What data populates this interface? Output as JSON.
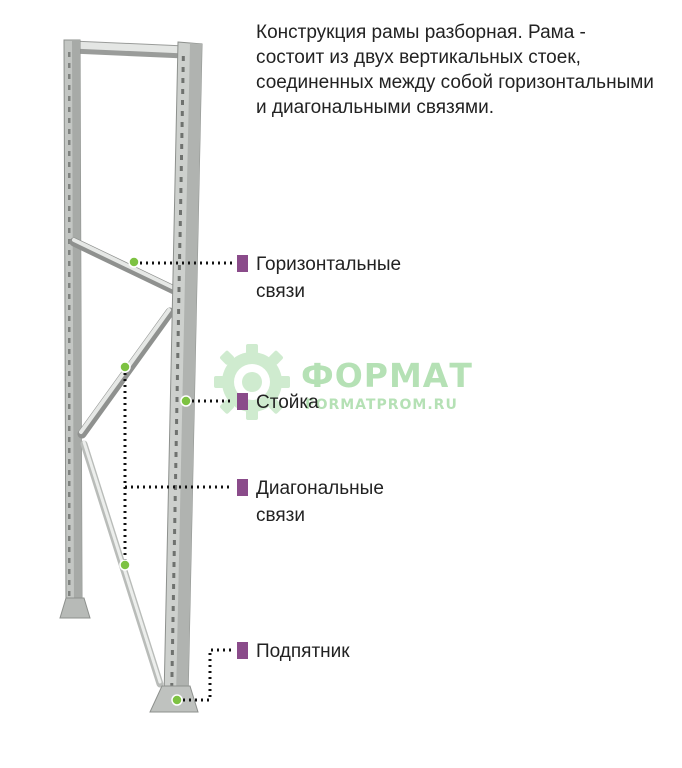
{
  "description": "Конструкция рамы разборная. Рама - состоит из двух вертикальных стоек, соединенных между собой горизонтальными и диагональными связями.",
  "callouts": [
    {
      "label": "Горизонтальные\nсвязи"
    },
    {
      "label": "Стойка"
    },
    {
      "label": "Диагональные\nсвязи"
    },
    {
      "label": "Подпятник"
    }
  ],
  "watermark": {
    "name": "ФОРМАТ",
    "url": "FORMATPROM.RU",
    "color": "#78c878"
  },
  "colors": {
    "marker": "#8a4b8a",
    "dot": "#7dc242",
    "metal": "#c9ccc9"
  }
}
